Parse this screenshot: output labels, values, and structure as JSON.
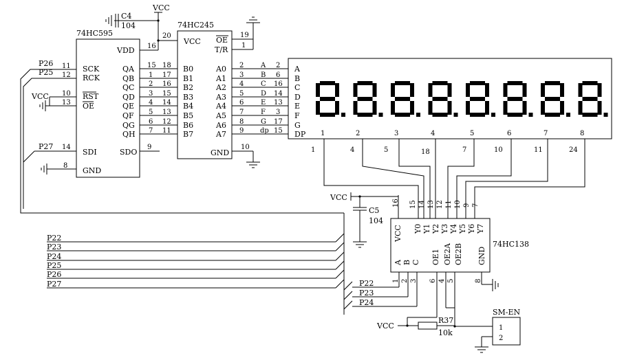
{
  "chips": {
    "u595": {
      "name": "74HC595",
      "left": [
        {
          "pin": "11",
          "name": "SCK"
        },
        {
          "pin": "12",
          "name": "RCK"
        },
        {
          "pin": "10",
          "name": "RST"
        },
        {
          "pin": "13",
          "name": "OE"
        },
        {
          "pin": "14",
          "name": "SDI"
        },
        {
          "pin": "8",
          "name": "GND"
        }
      ],
      "vdd": {
        "pin": "16",
        "name": "VDD"
      },
      "right": [
        {
          "pin": "15",
          "name": "QA"
        },
        {
          "pin": "1",
          "name": "QB"
        },
        {
          "pin": "2",
          "name": "QC"
        },
        {
          "pin": "3",
          "name": "QD"
        },
        {
          "pin": "4",
          "name": "QE"
        },
        {
          "pin": "5",
          "name": "QF"
        },
        {
          "pin": "6",
          "name": "QG"
        },
        {
          "pin": "7",
          "name": "QH"
        }
      ],
      "sdo": {
        "pin": "9",
        "name": "SDO"
      }
    },
    "u245": {
      "name": "74HC245",
      "vcc": {
        "pin": "20",
        "name": "VCC"
      },
      "oe": {
        "pin": "19",
        "name": "OE"
      },
      "tr": {
        "pin": "1",
        "name": "T/R"
      },
      "b": [
        {
          "pin": "18",
          "name": "B0"
        },
        {
          "pin": "17",
          "name": "B1"
        },
        {
          "pin": "16",
          "name": "B2"
        },
        {
          "pin": "15",
          "name": "B3"
        },
        {
          "pin": "14",
          "name": "B4"
        },
        {
          "pin": "13",
          "name": "B5"
        },
        {
          "pin": "12",
          "name": "B6"
        },
        {
          "pin": "11",
          "name": "B7"
        }
      ],
      "a": [
        {
          "pin": "2",
          "name": "A0",
          "net": "A"
        },
        {
          "pin": "3",
          "name": "A1",
          "net": "B"
        },
        {
          "pin": "4",
          "name": "A2",
          "net": "C"
        },
        {
          "pin": "5",
          "name": "A3",
          "net": "D"
        },
        {
          "pin": "6",
          "name": "A4",
          "net": "E"
        },
        {
          "pin": "7",
          "name": "A5",
          "net": "F"
        },
        {
          "pin": "8",
          "name": "A6",
          "net": "G"
        },
        {
          "pin": "9",
          "name": "A7",
          "net": "dp"
        }
      ],
      "gnd": {
        "pin": "10",
        "name": "GND"
      }
    },
    "u138": {
      "name": "74HC138",
      "vcc": {
        "pin": "16",
        "name": "VCC"
      },
      "outputs": [
        {
          "pin": "15",
          "name": "Y0"
        },
        {
          "pin": "14",
          "name": "Y1"
        },
        {
          "pin": "13",
          "name": "Y2"
        },
        {
          "pin": "12",
          "name": "Y3"
        },
        {
          "pin": "11",
          "name": "Y4"
        },
        {
          "pin": "10",
          "name": "Y5"
        },
        {
          "pin": "9",
          "name": "Y6"
        },
        {
          "pin": "7",
          "name": "Y7"
        }
      ],
      "inputs": [
        {
          "pin": "1",
          "name": "A"
        },
        {
          "pin": "2",
          "name": "B"
        },
        {
          "pin": "3",
          "name": "C"
        }
      ],
      "enables": [
        {
          "pin": "6",
          "name": "OE1"
        },
        {
          "pin": "4",
          "name": "OE2A"
        },
        {
          "pin": "5",
          "name": "OE2B"
        }
      ],
      "gnd": {
        "pin": "8",
        "name": "GND"
      }
    }
  },
  "display": {
    "seg_pins": [
      {
        "name": "A",
        "pin": "2"
      },
      {
        "name": "B",
        "pin": "6"
      },
      {
        "name": "C",
        "pin": "16"
      },
      {
        "name": "D",
        "pin": "14"
      },
      {
        "name": "E",
        "pin": "13"
      },
      {
        "name": "F",
        "pin": "3"
      },
      {
        "name": "G",
        "pin": "17"
      },
      {
        "name": "DP",
        "pin": "15"
      }
    ],
    "digits": [
      "1",
      "2",
      "3",
      "4",
      "5",
      "6",
      "7",
      "8"
    ],
    "common_pins": [
      "1",
      "4",
      "5",
      "18",
      "7",
      "10",
      "11",
      "24"
    ]
  },
  "caps": {
    "c4": {
      "name": "C4",
      "value": "104"
    },
    "c5": {
      "name": "C5",
      "value": "104"
    }
  },
  "resistor": {
    "name": "R37",
    "value": "10k"
  },
  "connector": {
    "name": "SM-EN",
    "pins": [
      "1",
      "2"
    ]
  },
  "vcc_label": "VCC",
  "ports": {
    "p26": "P26",
    "p25": "P25",
    "p27": "P27",
    "bus": [
      "P22",
      "P23",
      "P24",
      "P25",
      "P26",
      "P27"
    ],
    "sel": [
      "P22",
      "P23",
      "P24"
    ]
  }
}
